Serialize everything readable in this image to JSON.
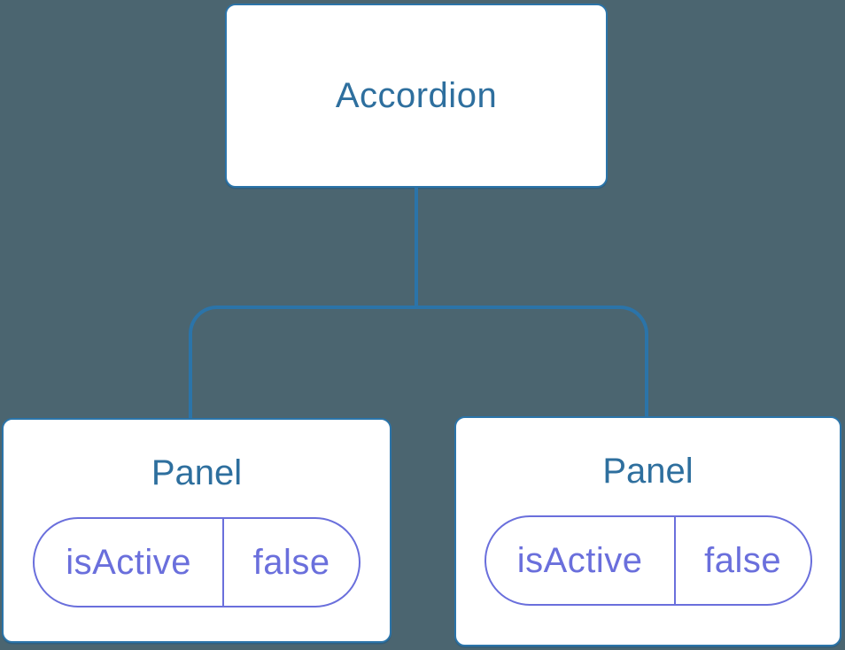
{
  "diagram": {
    "kind": "component-tree",
    "root": {
      "label": "Accordion"
    },
    "children": [
      {
        "label": "Panel",
        "state": {
          "key": "isActive",
          "value": "false"
        }
      },
      {
        "label": "Panel",
        "state": {
          "key": "isActive",
          "value": "false"
        }
      }
    ],
    "colors": {
      "background": "#4b6570",
      "connector": "#2b74a9",
      "node_border": "#2b74a9",
      "node_background": "#ffffff",
      "heading_text": "#2e6f9e",
      "state_accent": "#6a6fdc"
    }
  }
}
